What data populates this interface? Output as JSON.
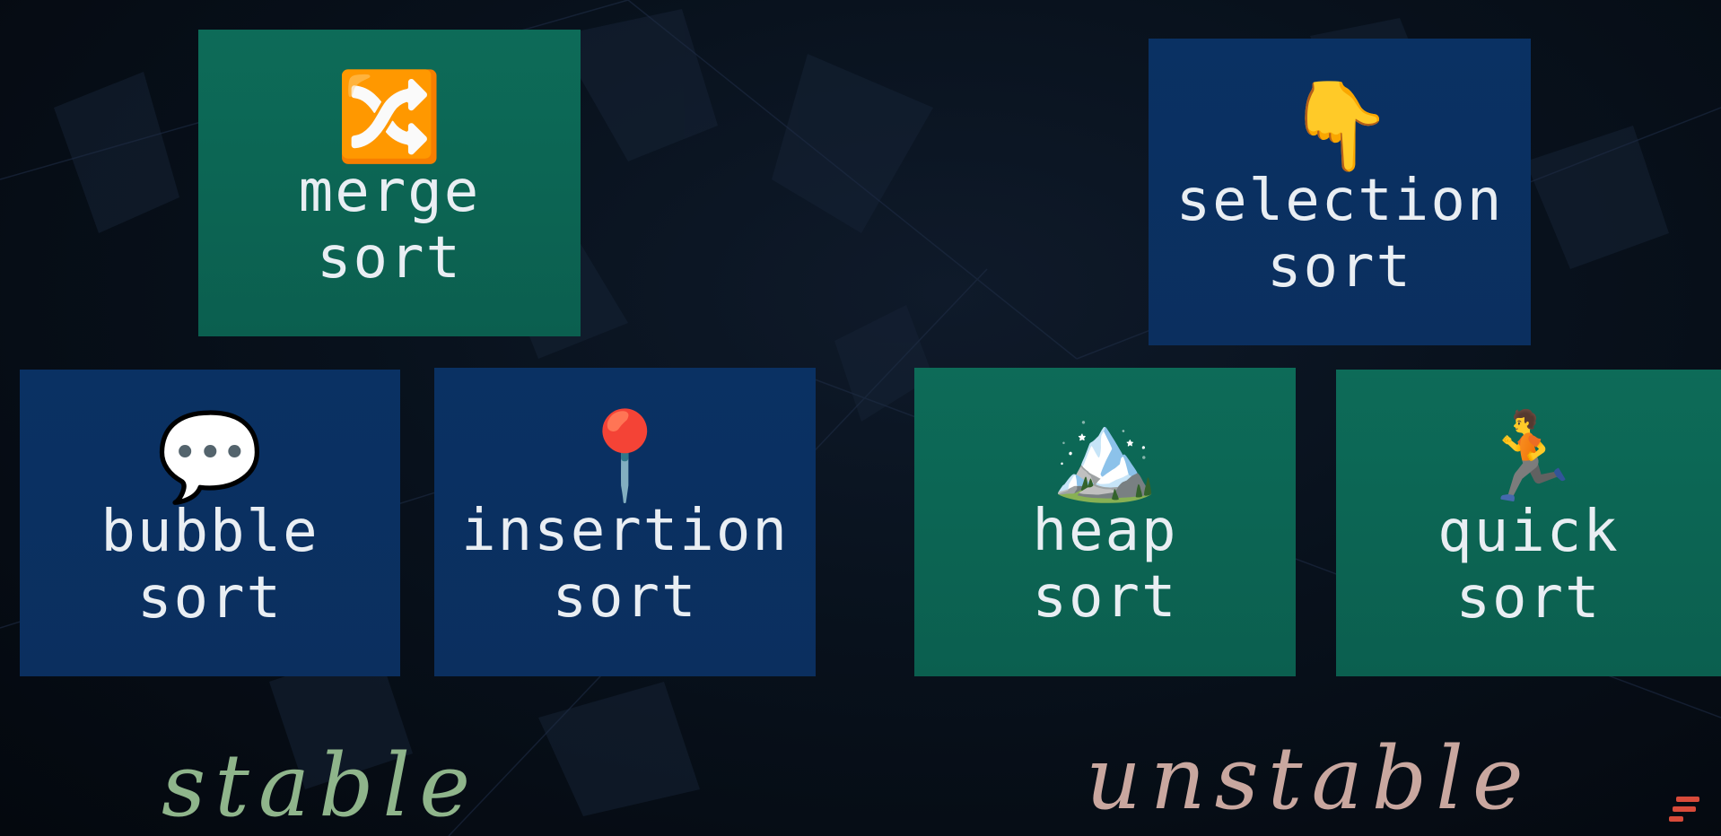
{
  "cards": {
    "merge": {
      "emoji": "🔀",
      "line1": "merge",
      "line2": "sort",
      "icon_name": "shuffle-icon"
    },
    "selection": {
      "emoji": "👇",
      "line1": "selection",
      "line2": "sort",
      "icon_name": "pointing-down-icon"
    },
    "bubble": {
      "emoji": "💬",
      "line1": "bubble",
      "line2": "sort",
      "icon_name": "speech-bubble-icon"
    },
    "insertion": {
      "emoji": "📍",
      "line1": "insertion",
      "line2": "sort",
      "icon_name": "pushpin-icon"
    },
    "heap": {
      "emoji": "🏔️",
      "line1": "heap",
      "line2": "sort",
      "icon_name": "mountain-icon"
    },
    "quick": {
      "emoji": "🏃",
      "line1": "quick",
      "line2": "sort",
      "icon_name": "runner-icon"
    }
  },
  "labels": {
    "stable": "stable",
    "unstable": "unstable"
  },
  "colors": {
    "card_blue": "#0a3163",
    "card_green": "#0d6b58",
    "stable": "#8fb58b",
    "unstable": "#c9a79f",
    "logo": "#d94b3a"
  }
}
